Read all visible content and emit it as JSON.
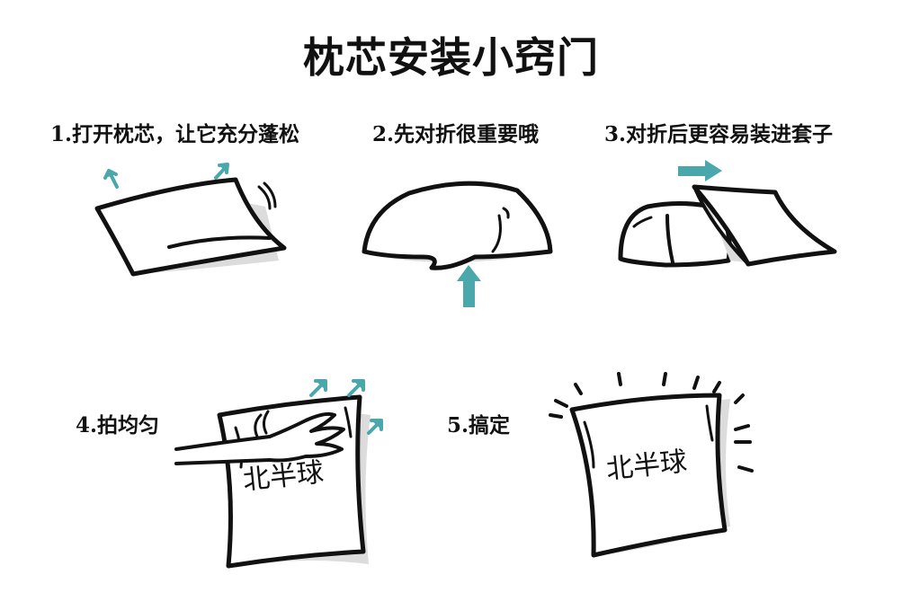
{
  "title": "枕芯安装小窍门",
  "steps": [
    {
      "label": "1.打开枕芯，让它充分蓬松"
    },
    {
      "label": "2.先对折很重要哦"
    },
    {
      "label": "3.对折后更容易装进套子"
    },
    {
      "label": "4.拍均匀"
    },
    {
      "label": "5.搞定"
    }
  ],
  "pillow_text": "北半球",
  "colors": {
    "ink": "#111111",
    "accent_arrow": "#4aa7ab",
    "shadow": "#dcdcdc",
    "background": "#ffffff"
  }
}
